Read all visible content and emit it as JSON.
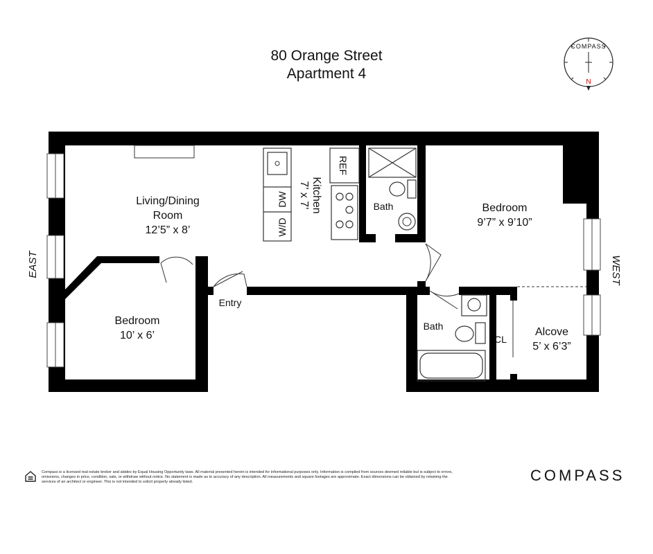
{
  "header": {
    "line1": "80 Orange Street",
    "line2": "Apartment 4"
  },
  "compass": {
    "ring_text": "COMPASS",
    "north_label": "N"
  },
  "directions": {
    "east": "EAST",
    "west": "WEST"
  },
  "rooms": {
    "living": {
      "name1": "Living/Dining",
      "name2": "Room",
      "size": "12’5” x 8’"
    },
    "kitchen": {
      "name": "Kitchen",
      "size": "7’ x 7’",
      "ref": "REF",
      "dw": "DW",
      "wd": "W/D"
    },
    "bath1": {
      "name": "Bath"
    },
    "bedroom_west": {
      "name": "Bedroom",
      "size": "9’7” x 9’10”"
    },
    "bedroom_east": {
      "name": "Bedroom",
      "size": "10’ x 6’"
    },
    "entry": {
      "name": "Entry"
    },
    "bath2": {
      "name": "Bath"
    },
    "closet": {
      "name": "CL"
    },
    "alcove": {
      "name": "Alcove",
      "size": "5’ x 6’3”"
    }
  },
  "footer": {
    "disclaimer": "Compass is a licensed real estate broker and abides by Equal Housing Opportunity laws. All material presented herein is intended for informational purposes only. Information is compiled from sources deemed reliable but is subject to errors, omissions, changes in price, condition, sale, or withdraw without notice. No statement is made as to accuracy of any description. All measurements and square footages are approximate. Exact dimensions can be obtained by retaining the services of an architect or engineer. This is not intended to solicit property already listed.",
    "logo": "COMPASS",
    "logo_icon": "equal-housing-icon"
  }
}
